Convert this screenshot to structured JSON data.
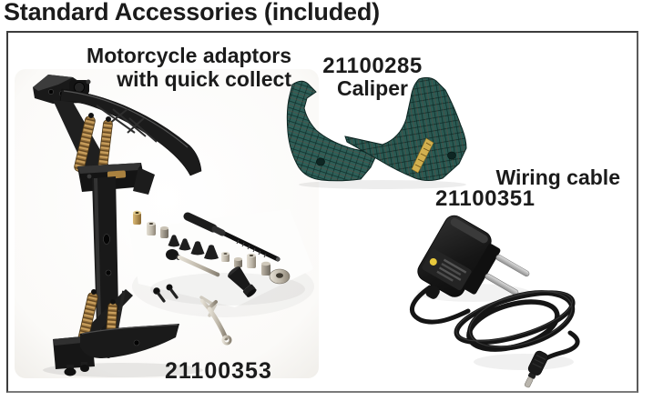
{
  "page": {
    "title": "Standard Accessories (included)"
  },
  "products": {
    "adaptors": {
      "name_line1": "Motorcycle adaptors",
      "name_line2": "with quick collect",
      "part_number": "21100353"
    },
    "caliper": {
      "part_number": "21100285",
      "name": "Caliper"
    },
    "wiring_cable": {
      "name": "Wiring cable",
      "part_number": "21100351"
    }
  },
  "images": {
    "adaptors": "motorcycle-adaptors-photo",
    "caliper": "caliper-photo",
    "wiring_cable": "power-adapter-with-coiled-cable-photo"
  },
  "colors": {
    "text": "#1b1b1b",
    "panel_border": "#3c3c3c",
    "caliper_teal": "#2d5f58",
    "caliper_grid": "#112d29",
    "scale_gold": "#d2b04f",
    "spring_brass": "#a8804a",
    "part_black": "#181818",
    "metal_silver": "#c9c4ba"
  }
}
